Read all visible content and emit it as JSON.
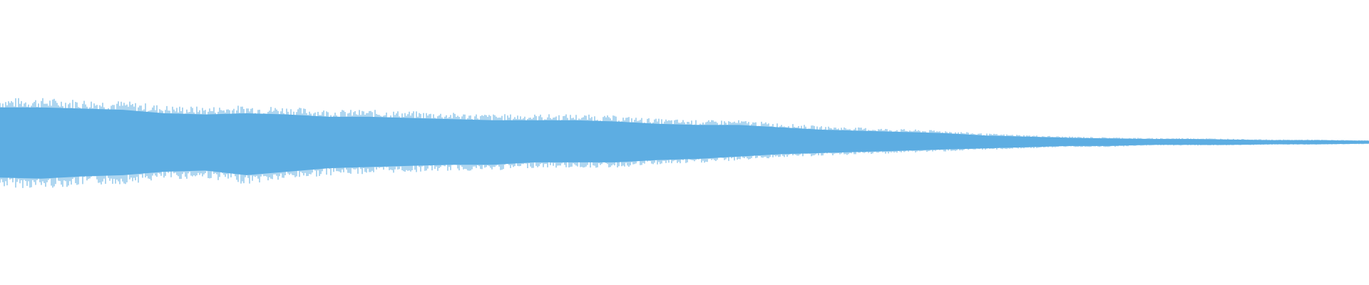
{
  "colors": {
    "background": "#ffffff",
    "waveform": "#5dade2"
  },
  "chart_data": {
    "type": "area",
    "title": "",
    "xlabel": "",
    "ylabel": "",
    "grid": false,
    "legend": "none",
    "ylim": [
      -1,
      1
    ],
    "xlim": [
      0,
      1
    ],
    "series": [
      {
        "x": [
          0.0,
          0.03,
          0.06,
          0.09,
          0.12,
          0.15,
          0.18,
          0.21,
          0.24,
          0.27,
          0.3,
          0.33,
          0.36,
          0.39,
          0.42,
          0.45,
          0.48,
          0.51,
          0.54,
          0.57,
          0.6,
          0.63,
          0.66,
          0.69,
          0.72,
          0.75,
          0.78,
          0.81,
          0.84,
          0.87,
          0.9,
          0.93,
          0.96,
          1.0
        ],
        "upper": [
          0.3,
          0.3,
          0.29,
          0.28,
          0.25,
          0.24,
          0.25,
          0.24,
          0.22,
          0.22,
          0.21,
          0.2,
          0.19,
          0.19,
          0.19,
          0.18,
          0.16,
          0.15,
          0.15,
          0.13,
          0.11,
          0.1,
          0.09,
          0.08,
          0.06,
          0.05,
          0.04,
          0.035,
          0.03,
          0.03,
          0.025,
          0.02,
          0.02,
          0.015
        ],
        "lower": [
          -0.3,
          -0.31,
          -0.29,
          -0.28,
          -0.25,
          -0.24,
          -0.28,
          -0.25,
          -0.22,
          -0.21,
          -0.2,
          -0.19,
          -0.19,
          -0.17,
          -0.17,
          -0.17,
          -0.15,
          -0.14,
          -0.12,
          -0.1,
          -0.09,
          -0.08,
          -0.07,
          -0.06,
          -0.05,
          -0.04,
          -0.03,
          -0.03,
          -0.02,
          -0.02,
          -0.02,
          -0.015,
          -0.015,
          -0.01
        ]
      }
    ]
  }
}
